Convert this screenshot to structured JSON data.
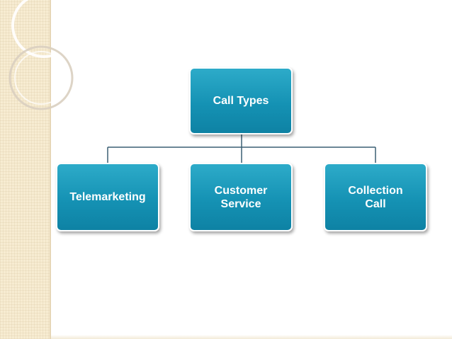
{
  "diagram": {
    "root": {
      "label": "Call Types"
    },
    "children": [
      {
        "label": "Telemarketing"
      },
      {
        "label": "Customer\nService"
      },
      {
        "label": "Collection\nCall"
      }
    ]
  },
  "colors": {
    "box_fill": "#1592b4",
    "box_border": "#ffffff",
    "connector": "#3a5f73",
    "strip": "#f7ecd2"
  }
}
